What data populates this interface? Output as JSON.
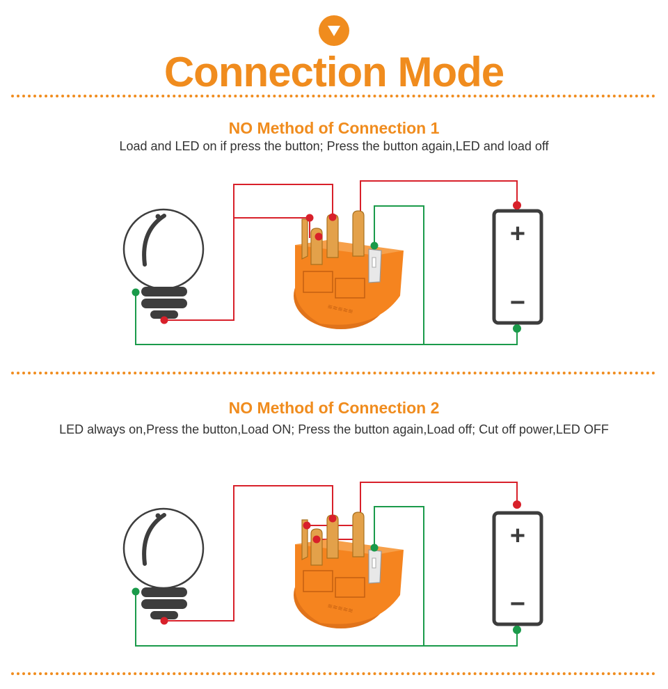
{
  "header": {
    "title": "Connection Mode",
    "badge_icon": "chevron-down-icon"
  },
  "colors": {
    "accent": "#f08c1e",
    "wire_live": "#d8202a",
    "wire_return": "#1a9a4a",
    "switch_body": "#f5841f",
    "terminal": "#e3a14a",
    "outline": "#3d3d3d"
  },
  "sections": [
    {
      "title": "NO  Method of Connection 1",
      "description": "Load and LED on if press the button;  Press the button again,LED and load off",
      "battery": {
        "plus": "+",
        "minus": "−"
      }
    },
    {
      "title": "NO  Method of Connection 2",
      "description": "LED always on,Press the button,Load ON;  Press the button again,Load off;   Cut off power,LED OFF",
      "battery": {
        "plus": "+",
        "minus": "−"
      }
    }
  ]
}
